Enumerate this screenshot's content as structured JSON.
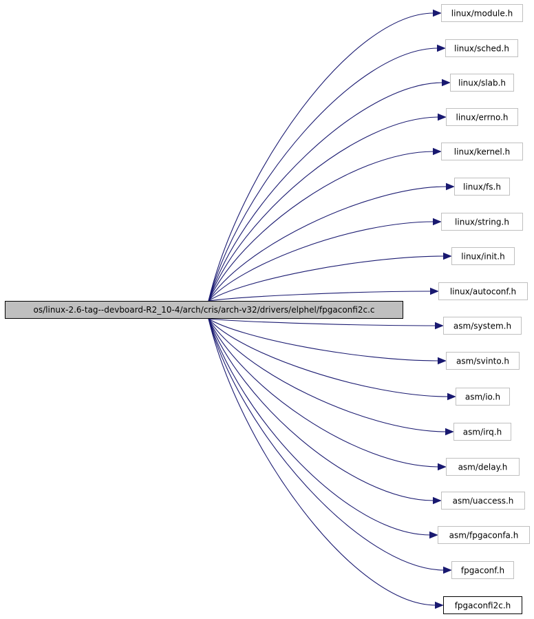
{
  "root": {
    "label": "os/linux-2.6-tag--devboard-R2_10-4/arch/cris/arch-v32/drivers/elphel/fpgaconfi2c.c"
  },
  "includes": [
    {
      "label": "linux/module.h"
    },
    {
      "label": "linux/sched.h"
    },
    {
      "label": "linux/slab.h"
    },
    {
      "label": "linux/errno.h"
    },
    {
      "label": "linux/kernel.h"
    },
    {
      "label": "linux/fs.h"
    },
    {
      "label": "linux/string.h"
    },
    {
      "label": "linux/init.h"
    },
    {
      "label": "linux/autoconf.h"
    },
    {
      "label": "asm/system.h"
    },
    {
      "label": "asm/svinto.h"
    },
    {
      "label": "asm/io.h"
    },
    {
      "label": "asm/irq.h"
    },
    {
      "label": "asm/delay.h"
    },
    {
      "label": "asm/uaccess.h"
    },
    {
      "label": "asm/fpgaconfa.h"
    },
    {
      "label": "fpgaconf.h"
    },
    {
      "label": "fpgaconfi2c.h",
      "highlight": true
    }
  ],
  "colors": {
    "edge": "#191970",
    "node_border": "#bfbfbf",
    "root_fill": "#bfbfbf",
    "text": "#000000"
  }
}
